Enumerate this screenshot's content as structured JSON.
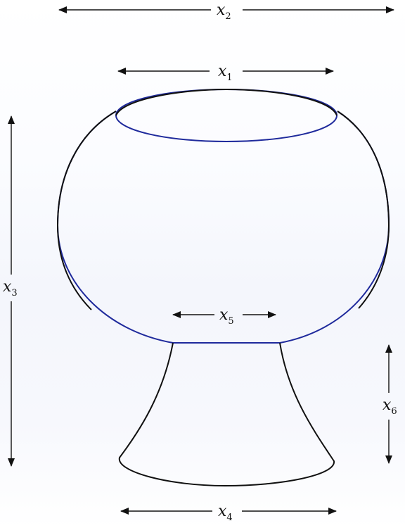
{
  "diagram": {
    "labels": {
      "x1": {
        "main": "x",
        "sub": "1"
      },
      "x2": {
        "main": "x",
        "sub": "2"
      },
      "x3": {
        "main": "x",
        "sub": "3"
      },
      "x4": {
        "main": "x",
        "sub": "4"
      },
      "x5": {
        "main": "x",
        "sub": "5"
      },
      "x6": {
        "main": "x",
        "sub": "6"
      }
    },
    "colors": {
      "outline_blue": "#1f2a9c",
      "outline_black": "#111111",
      "background": "#ffffff"
    }
  }
}
